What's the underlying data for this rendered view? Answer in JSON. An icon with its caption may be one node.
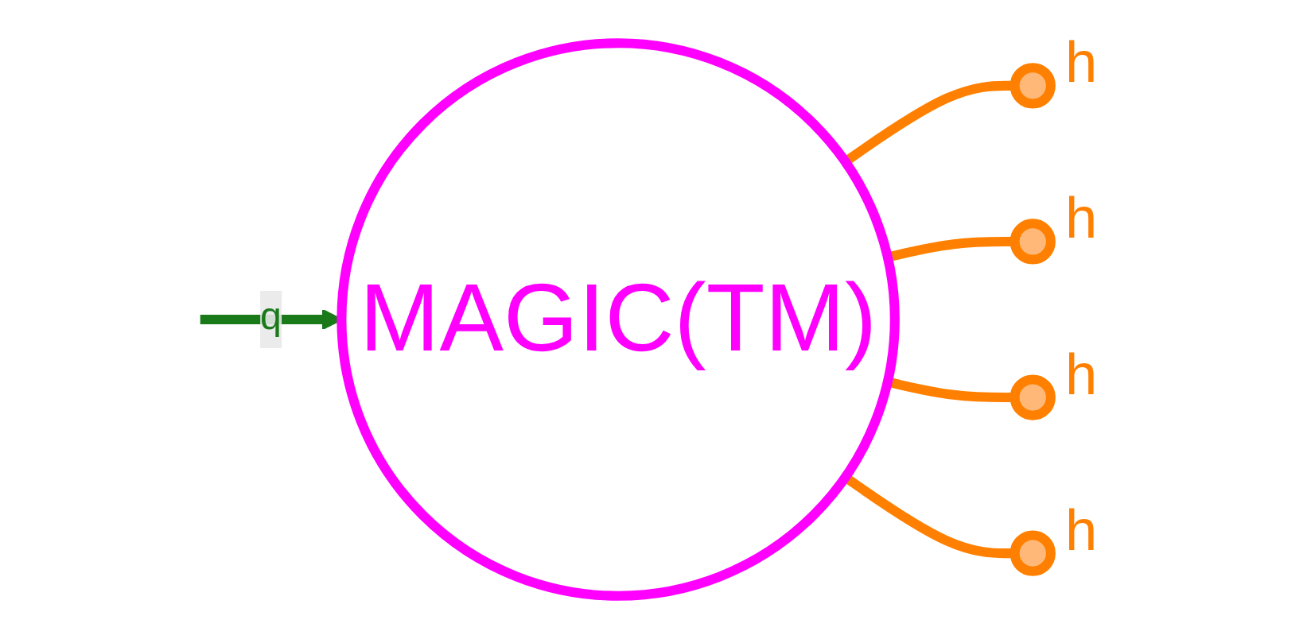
{
  "diagram": {
    "nodes": [
      {
        "text": [
          "MAGIC(TM)"
        ]
      },
      {
        "text": [],
        "shape": "circle",
        "beside": [
          "h"
        ]
      },
      {
        "text": [],
        "shape": "circle",
        "beside": [
          "h"
        ]
      },
      {
        "text": [],
        "shape": "circle",
        "beside": [
          "h"
        ]
      },
      {
        "text": [],
        "shape": "circle",
        "beside": [
          "h"
        ]
      }
    ],
    "edges": [
      {
        "from": null,
        "to": 0,
        "arrow": "to",
        "label": "q",
        "color": "#1a7a1a"
      },
      {
        "from": 0,
        "to": 1,
        "arrow": "none",
        "color": "#ff8000"
      },
      {
        "from": 0,
        "to": 2,
        "arrow": "none",
        "color": "#ff8000"
      },
      {
        "from": 0,
        "to": 3,
        "arrow": "none",
        "color": "#ff8000"
      },
      {
        "from": 0,
        "to": 4,
        "arrow": "none",
        "color": "#ff8000"
      }
    ]
  }
}
